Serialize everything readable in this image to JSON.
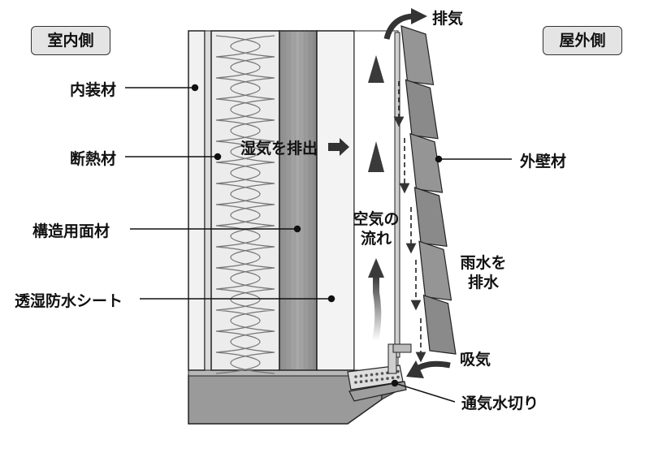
{
  "side_labels": {
    "indoor": "室内側",
    "outdoor": "屋外側"
  },
  "left_labels": {
    "interior": "内装材",
    "insulation": "断熱材",
    "structural_board": "構造用面材",
    "membrane": "透湿防水シート"
  },
  "right_labels": {
    "exterior_wall": "外壁材",
    "flashing": "通気水切り"
  },
  "flow_labels": {
    "exhaust": "排気",
    "moisture_out": "湿気を排出",
    "air_flow_line1": "空気の",
    "air_flow_line2": "流れ",
    "rain_line1": "雨水を",
    "rain_line2": "排水",
    "intake": "吸気"
  }
}
